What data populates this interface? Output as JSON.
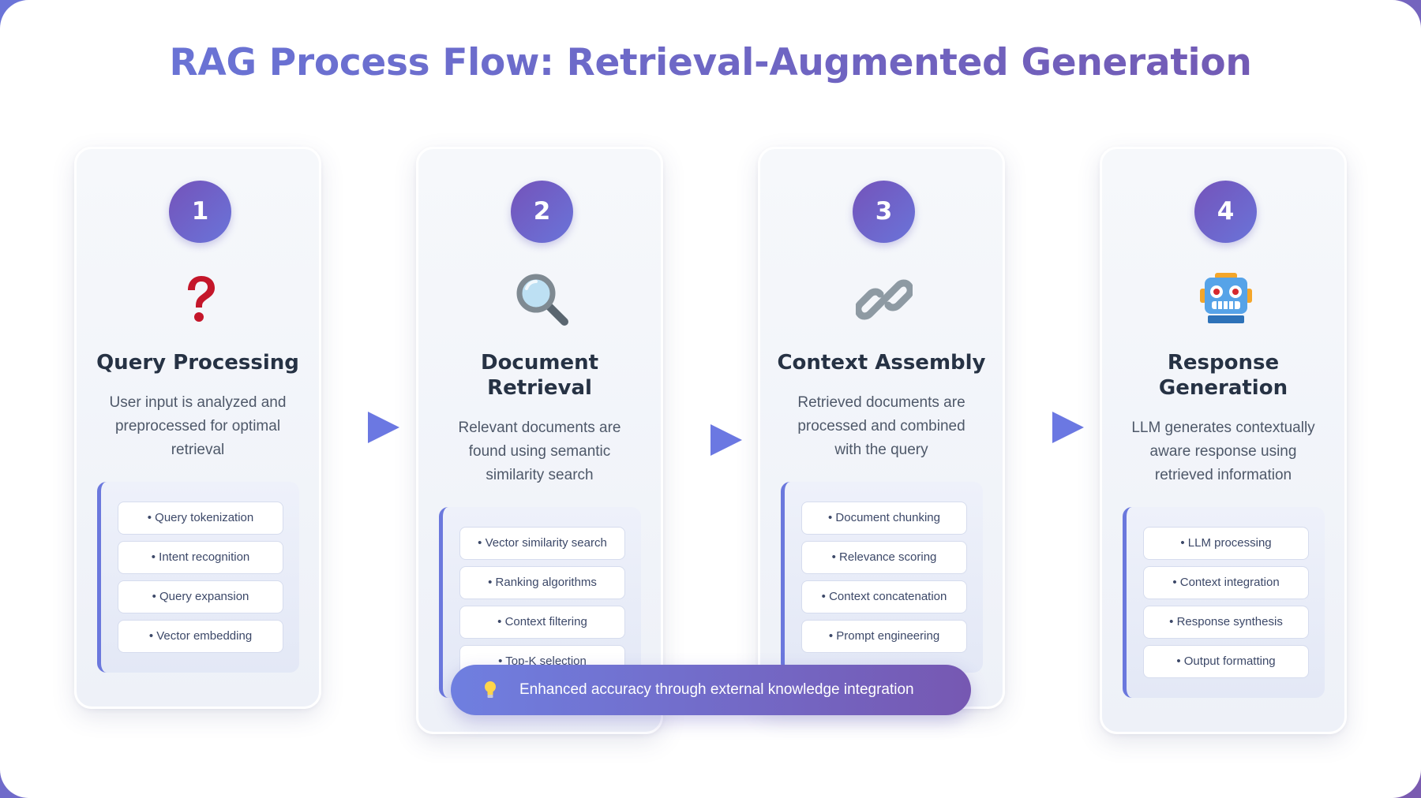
{
  "title": "RAG Process Flow: Retrieval-Augmented Generation",
  "steps": [
    {
      "number": "1",
      "icon": "question-mark-icon",
      "title": "Query Processing",
      "description": "User input is analyzed and preprocessed for optimal retrieval",
      "items": [
        "• Query tokenization",
        "• Intent recognition",
        "• Query expansion",
        "• Vector embedding"
      ]
    },
    {
      "number": "2",
      "icon": "magnifying-glass-icon",
      "title": "Document Retrieval",
      "description": "Relevant documents are found using semantic similarity search",
      "items": [
        "• Vector similarity search",
        "• Ranking algorithms",
        "• Context filtering",
        "• Top-K selection"
      ]
    },
    {
      "number": "3",
      "icon": "chain-link-icon",
      "title": "Context Assembly",
      "description": "Retrieved documents are processed and combined with the query",
      "items": [
        "• Document chunking",
        "• Relevance scoring",
        "• Context concatenation",
        "• Prompt engineering"
      ]
    },
    {
      "number": "4",
      "icon": "robot-icon",
      "title": "Response Generation",
      "description": "LLM generates contextually aware response using retrieved information",
      "items": [
        "• LLM processing",
        "• Context integration",
        "• Response synthesis",
        "• Output formatting"
      ]
    }
  ],
  "banner": {
    "icon": "lightbulb-icon",
    "text": "Enhanced accuracy through external knowledge integration"
  },
  "colors": {
    "accent": "#6b78e2",
    "accent_purple": "#7453ba",
    "heading": "#263244"
  }
}
